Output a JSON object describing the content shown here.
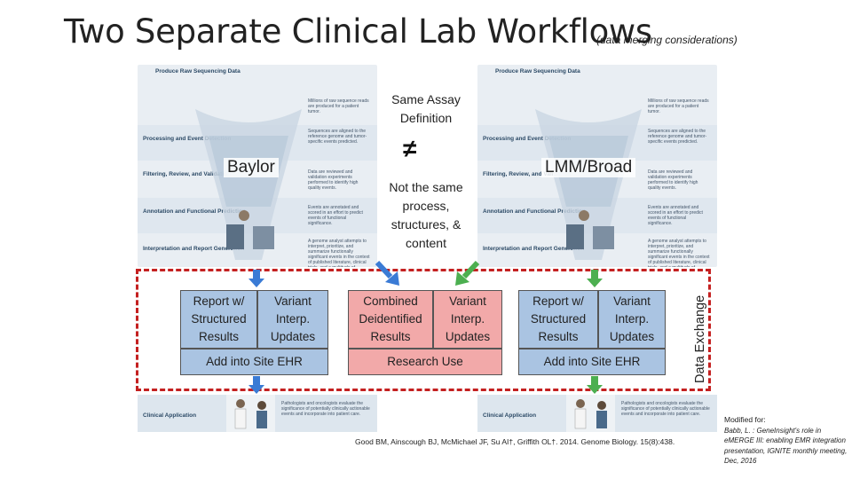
{
  "title": "Two Separate Clinical Lab Workflows",
  "subtitle": "(data merging considerations)",
  "panel": {
    "header": "Produce Raw Sequencing Data",
    "stages": [
      {
        "label": "Processing and Event Detection",
        "note": "Sequences are aligned to the reference genome and tumor-specific events predicted."
      },
      {
        "label": "Filtering, Review, and Validation",
        "note": "Data are reviewed and validation experiments performed to identify high quality events."
      },
      {
        "label": "Annotation and Functional Prediction",
        "note": "Events are annotated and scored in an effort to predict events of functional significance."
      },
      {
        "label": "Interpretation and Report Generation",
        "note": "A genome analyst attempts to interpret, prioritize, and summarize functionally significant events in the context of published literature, clinical trials, and a multitude of knowledgebases."
      }
    ],
    "top_note": "Millions of raw sequence reads are produced for a patient tumor.",
    "clinical_label": "Clinical Application",
    "clinical_note": "Pathologists and oncologists evaluate the significance of potentially clinically actionable events and incorporate into patient care."
  },
  "labels": {
    "baylor": "Baylor",
    "broad": "LMM/Broad",
    "same_assay": "Same Assay Definition",
    "neq": "≠",
    "not_same": "Not the same process, structures, & content",
    "data_exchange": "Data Exchange"
  },
  "boxes": {
    "left_report": "Report w/ Structured Results",
    "left_variant": "Variant Interp. Updates",
    "left_ehr": "Add into Site EHR",
    "mid_combined": "Combined Deidentified Results",
    "mid_variant": "Variant Interp. Updates",
    "mid_research": "Research Use",
    "right_report": "Report w/ Structured Results",
    "right_variant": "Variant Interp. Updates",
    "right_ehr": "Add into Site EHR"
  },
  "citation": "Good BM, Ainscough BJ, McMichael JF, Su AI†, Griffith OL†. 2014. Genome Biology. 15(8):438.",
  "modified": {
    "head": "Modified for:",
    "body": "Babb, L. : GeneInsight's role in eMERGE III: enabling EMR integration presentation, IGNITE monthly meeting, Dec, 2016"
  },
  "colors": {
    "blue_box": "#aac4e2",
    "pink_box": "#f2a9a9",
    "dashed": "#c42020",
    "arrow_blue": "#3a7bd5",
    "arrow_green": "#4caf50"
  }
}
